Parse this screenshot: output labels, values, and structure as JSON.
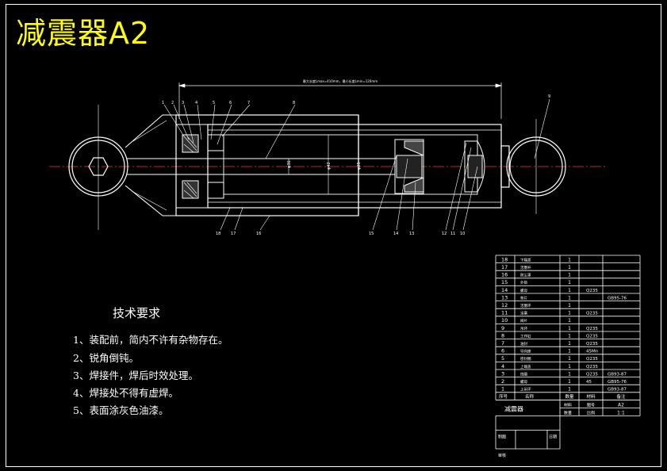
{
  "drawing": {
    "title": "减震器A2",
    "colors": {
      "background": "#000000",
      "line": "#ffffff",
      "title": "#ffff00",
      "centerline": "#ff3333",
      "accent": "#00ffff"
    }
  },
  "dimensions": {
    "overall": "最大长度Lmax=410mm，最小长度Lmin=120mm",
    "rod_dia": "φ36",
    "bore_dia": "φ42",
    "inner": "φ25"
  },
  "balloons": [
    "1",
    "2",
    "3",
    "4",
    "5",
    "6",
    "7",
    "8",
    "9",
    "18",
    "17",
    "16",
    "15",
    "14",
    "13",
    "12",
    "11",
    "10"
  ],
  "requirements": {
    "title": "技术要求",
    "items": [
      "1、装配前，简内不许有杂物存在。",
      "2、锐角倒钝。",
      "3、焊接件，焊后时效处理。",
      "4、焊接处不得有虚焊。",
      "5、表面涂灰色油漆。"
    ]
  },
  "parts_list": {
    "rows": [
      {
        "no": "18",
        "name": "下端盖",
        "qty": "1",
        "material": "",
        "note": ""
      },
      {
        "no": "17",
        "name": "活塞杆",
        "qty": "1",
        "material": "",
        "note": ""
      },
      {
        "no": "16",
        "name": "防尘罩",
        "qty": "1",
        "material": "",
        "note": ""
      },
      {
        "no": "15",
        "name": "外筒",
        "qty": "1",
        "material": "",
        "note": ""
      },
      {
        "no": "14",
        "name": "螺母",
        "qty": "1",
        "material": "Q235",
        "note": ""
      },
      {
        "no": "13",
        "name": "垫片",
        "qty": "1",
        "material": "",
        "note": "GB95-76"
      },
      {
        "no": "12",
        "name": "活塞环",
        "qty": "1",
        "material": "",
        "note": ""
      },
      {
        "no": "11",
        "name": "活塞",
        "qty": "1",
        "material": "Q235",
        "note": ""
      },
      {
        "no": "10",
        "name": "阀片",
        "qty": "1",
        "material": "",
        "note": ""
      },
      {
        "no": "9",
        "name": "吊环",
        "qty": "1",
        "material": "Q235",
        "note": ""
      },
      {
        "no": "8",
        "name": "工作缸",
        "qty": "1",
        "material": "Q235",
        "note": ""
      },
      {
        "no": "7",
        "name": "油封",
        "qty": "1",
        "material": "Q235",
        "note": ""
      },
      {
        "no": "6",
        "name": "导向座",
        "qty": "1",
        "material": "45Mn",
        "note": ""
      },
      {
        "no": "5",
        "name": "密封圈",
        "qty": "1",
        "material": "Q235",
        "note": ""
      },
      {
        "no": "4",
        "name": "上端盖",
        "qty": "1",
        "material": "Q235",
        "note": ""
      },
      {
        "no": "3",
        "name": "挡圈",
        "qty": "1",
        "material": "Q235",
        "note": "GB93-87"
      },
      {
        "no": "2",
        "name": "螺母",
        "qty": "1",
        "material": "45",
        "note": "GB95-76"
      },
      {
        "no": "1",
        "name": "上吊环",
        "qty": "1",
        "material": "",
        "note": "GB93-87"
      }
    ],
    "header": {
      "no": "序号",
      "name": "名称",
      "qty": "数量",
      "material": "材料",
      "note": "备注"
    },
    "title_block": {
      "name": "减震器",
      "scale_label": "比例",
      "scale": "1:1",
      "sheet_label": "图号",
      "sheet": "A2",
      "qty_label": "数量",
      "material_label": "材料",
      "drawn_label": "制图",
      "checked_label": "审核",
      "date_label": "日期"
    }
  }
}
